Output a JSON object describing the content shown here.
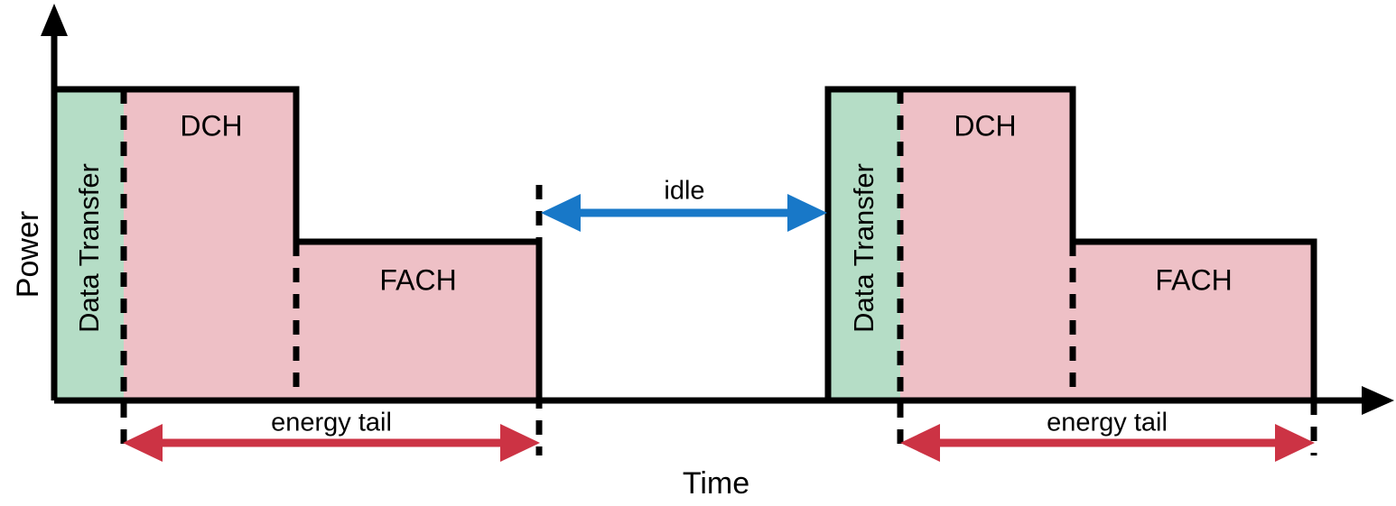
{
  "figure": {
    "title": "",
    "axes": {
      "y_label": "Power",
      "x_label": "Time"
    },
    "colors": {
      "data_transfer_fill": "#b5ddc6",
      "state_fill": "#eec0c6",
      "outline": "#000000",
      "energy_tail_arrow": "#cc3344",
      "idle_arrow": "#1878c8",
      "background": "#ffffff"
    }
  },
  "chart_data": {
    "type": "bar",
    "title": "",
    "xlabel": "Time",
    "ylabel": "Power",
    "grid": false,
    "legend": "none",
    "xlim": [
      0,
      1546
    ],
    "ylim": [
      0,
      1
    ],
    "description": "3G RRC state machine power profile: two identical data transfer bursts separated by an idle period. Each burst holds DCH at high power, falls to FACH at medium power, then drops to idle.",
    "power_levels": {
      "high": 1.0,
      "medium": 0.52,
      "idle": 0.0
    },
    "bursts": [
      {
        "index": 1,
        "segments": [
          {
            "label": "Data Transfer",
            "fill": "data_transfer_fill",
            "power": 1.0,
            "x_start": 60,
            "x_end": 137
          },
          {
            "label": "DCH",
            "fill": "state_fill",
            "power": 1.0,
            "x_start": 137,
            "x_end": 328
          },
          {
            "label": "FACH",
            "fill": "state_fill",
            "power": 0.52,
            "x_start": 328,
            "x_end": 597
          }
        ],
        "energy_tail": {
          "label": "energy tail",
          "x_start": 137,
          "x_end": 597
        }
      },
      {
        "index": 2,
        "segments": [
          {
            "label": "Data Transfer",
            "fill": "data_transfer_fill",
            "power": 1.0,
            "x_start": 917,
            "x_end": 997
          },
          {
            "label": "DCH",
            "fill": "state_fill",
            "power": 1.0,
            "x_start": 997,
            "x_end": 1188
          },
          {
            "label": "FACH",
            "fill": "state_fill",
            "power": 0.52,
            "x_start": 1188,
            "x_end": 1455
          }
        ],
        "energy_tail": {
          "label": "energy tail",
          "x_start": 997,
          "x_end": 1455
        }
      }
    ],
    "idle_gap": {
      "label": "idle",
      "x_start": 600,
      "x_end": 915,
      "power": 0.0
    }
  },
  "labels": {
    "y_axis": "Power",
    "x_axis": "Time",
    "data_transfer_1": "Data Transfer",
    "dch_1": "DCH",
    "fach_1": "FACH",
    "energy_tail_1": "energy tail",
    "idle": "idle",
    "data_transfer_2": "Data Transfer",
    "dch_2": "DCH",
    "fach_2": "FACH",
    "energy_tail_2": "energy tail"
  }
}
